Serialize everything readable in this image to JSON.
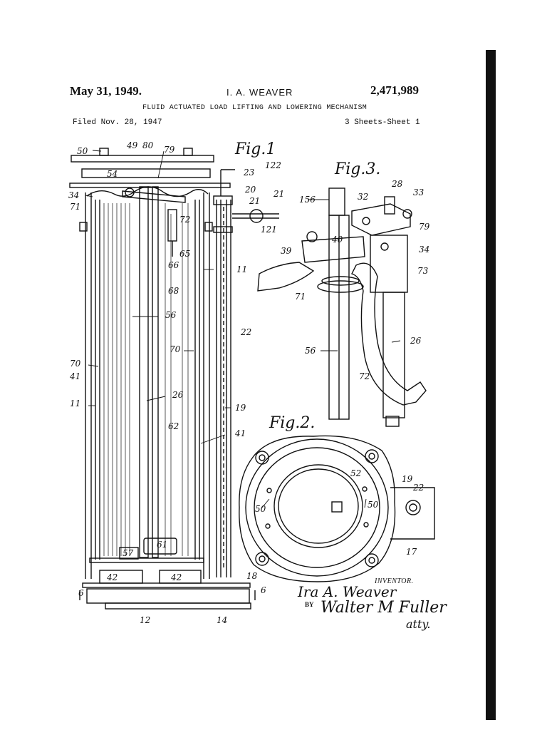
{
  "header": {
    "date": "May 31, 1949.",
    "inventor": "I. A. WEAVER",
    "patent_number": "2,471,989",
    "title": "FLUID ACTUATED LOAD LIFTING AND LOWERING MECHANISM",
    "filed": "Filed Nov. 28, 1947",
    "sheets": "3 Sheets-Sheet 1"
  },
  "figures": {
    "fig1": "Fig.1",
    "fig2": "Fig.2.",
    "fig3": "Fig.3."
  },
  "fig1_labels": [
    "50",
    "49",
    "80",
    "79",
    "122",
    "23",
    "54",
    "20",
    "21",
    "21",
    "34",
    "71",
    "72",
    "121",
    "65",
    "66",
    "11",
    "68",
    "56",
    "22",
    "70",
    "70",
    "41",
    "26",
    "11",
    "19",
    "62",
    "41",
    "57",
    "61",
    "42",
    "42",
    "18",
    "6",
    "6",
    "12",
    "14"
  ],
  "fig2_labels": [
    "52",
    "19",
    "22",
    "50",
    "50",
    "17"
  ],
  "fig3_labels": [
    "28",
    "33",
    "156",
    "32",
    "79",
    "40",
    "39",
    "34",
    "73",
    "71",
    "56",
    "26",
    "72"
  ],
  "signature": {
    "label": "INVENTOR.",
    "inventor_signature": "Ira A. Weaver",
    "by": "BY",
    "attorney_signature": "Walter M Fuller",
    "atty": "atty."
  }
}
